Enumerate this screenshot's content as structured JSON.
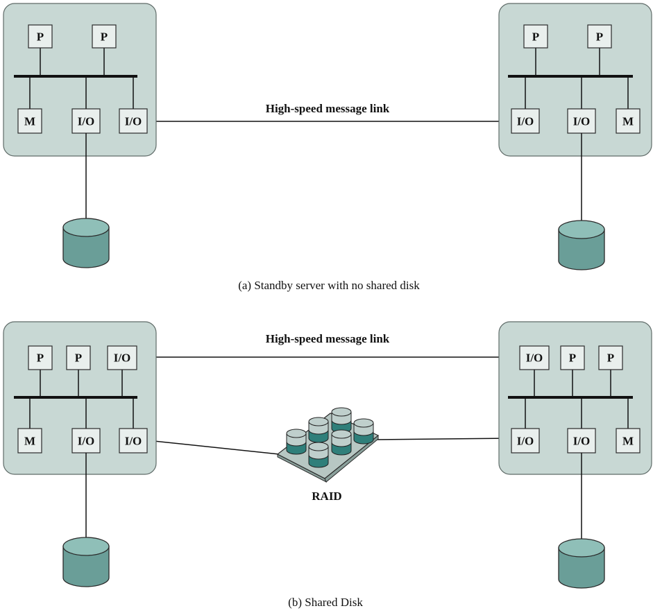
{
  "diagram": {
    "panel_a": {
      "link_label": "High-speed message link",
      "caption": "(a) Standby server with no shared disk",
      "left_node": {
        "top": [
          "P",
          "P"
        ],
        "bottom": [
          "M",
          "I/O",
          "I/O"
        ]
      },
      "right_node": {
        "top": [
          "P",
          "P"
        ],
        "bottom": [
          "I/O",
          "I/O",
          "M"
        ]
      }
    },
    "panel_b": {
      "link_label": "High-speed message link",
      "raid_label": "RAID",
      "caption": "(b) Shared Disk",
      "left_node": {
        "top": [
          "P",
          "P",
          "I/O"
        ],
        "bottom": [
          "M",
          "I/O",
          "I/O"
        ]
      },
      "right_node": {
        "top": [
          "I/O",
          "P",
          "P"
        ],
        "bottom": [
          "I/O",
          "I/O",
          "M"
        ]
      }
    },
    "colors": {
      "node_fill": "#c8d8d4",
      "unit_fill": "#e9efed",
      "disk_fill": "#6a9e98",
      "raid_disk_fill": "#2f7f7a"
    }
  }
}
